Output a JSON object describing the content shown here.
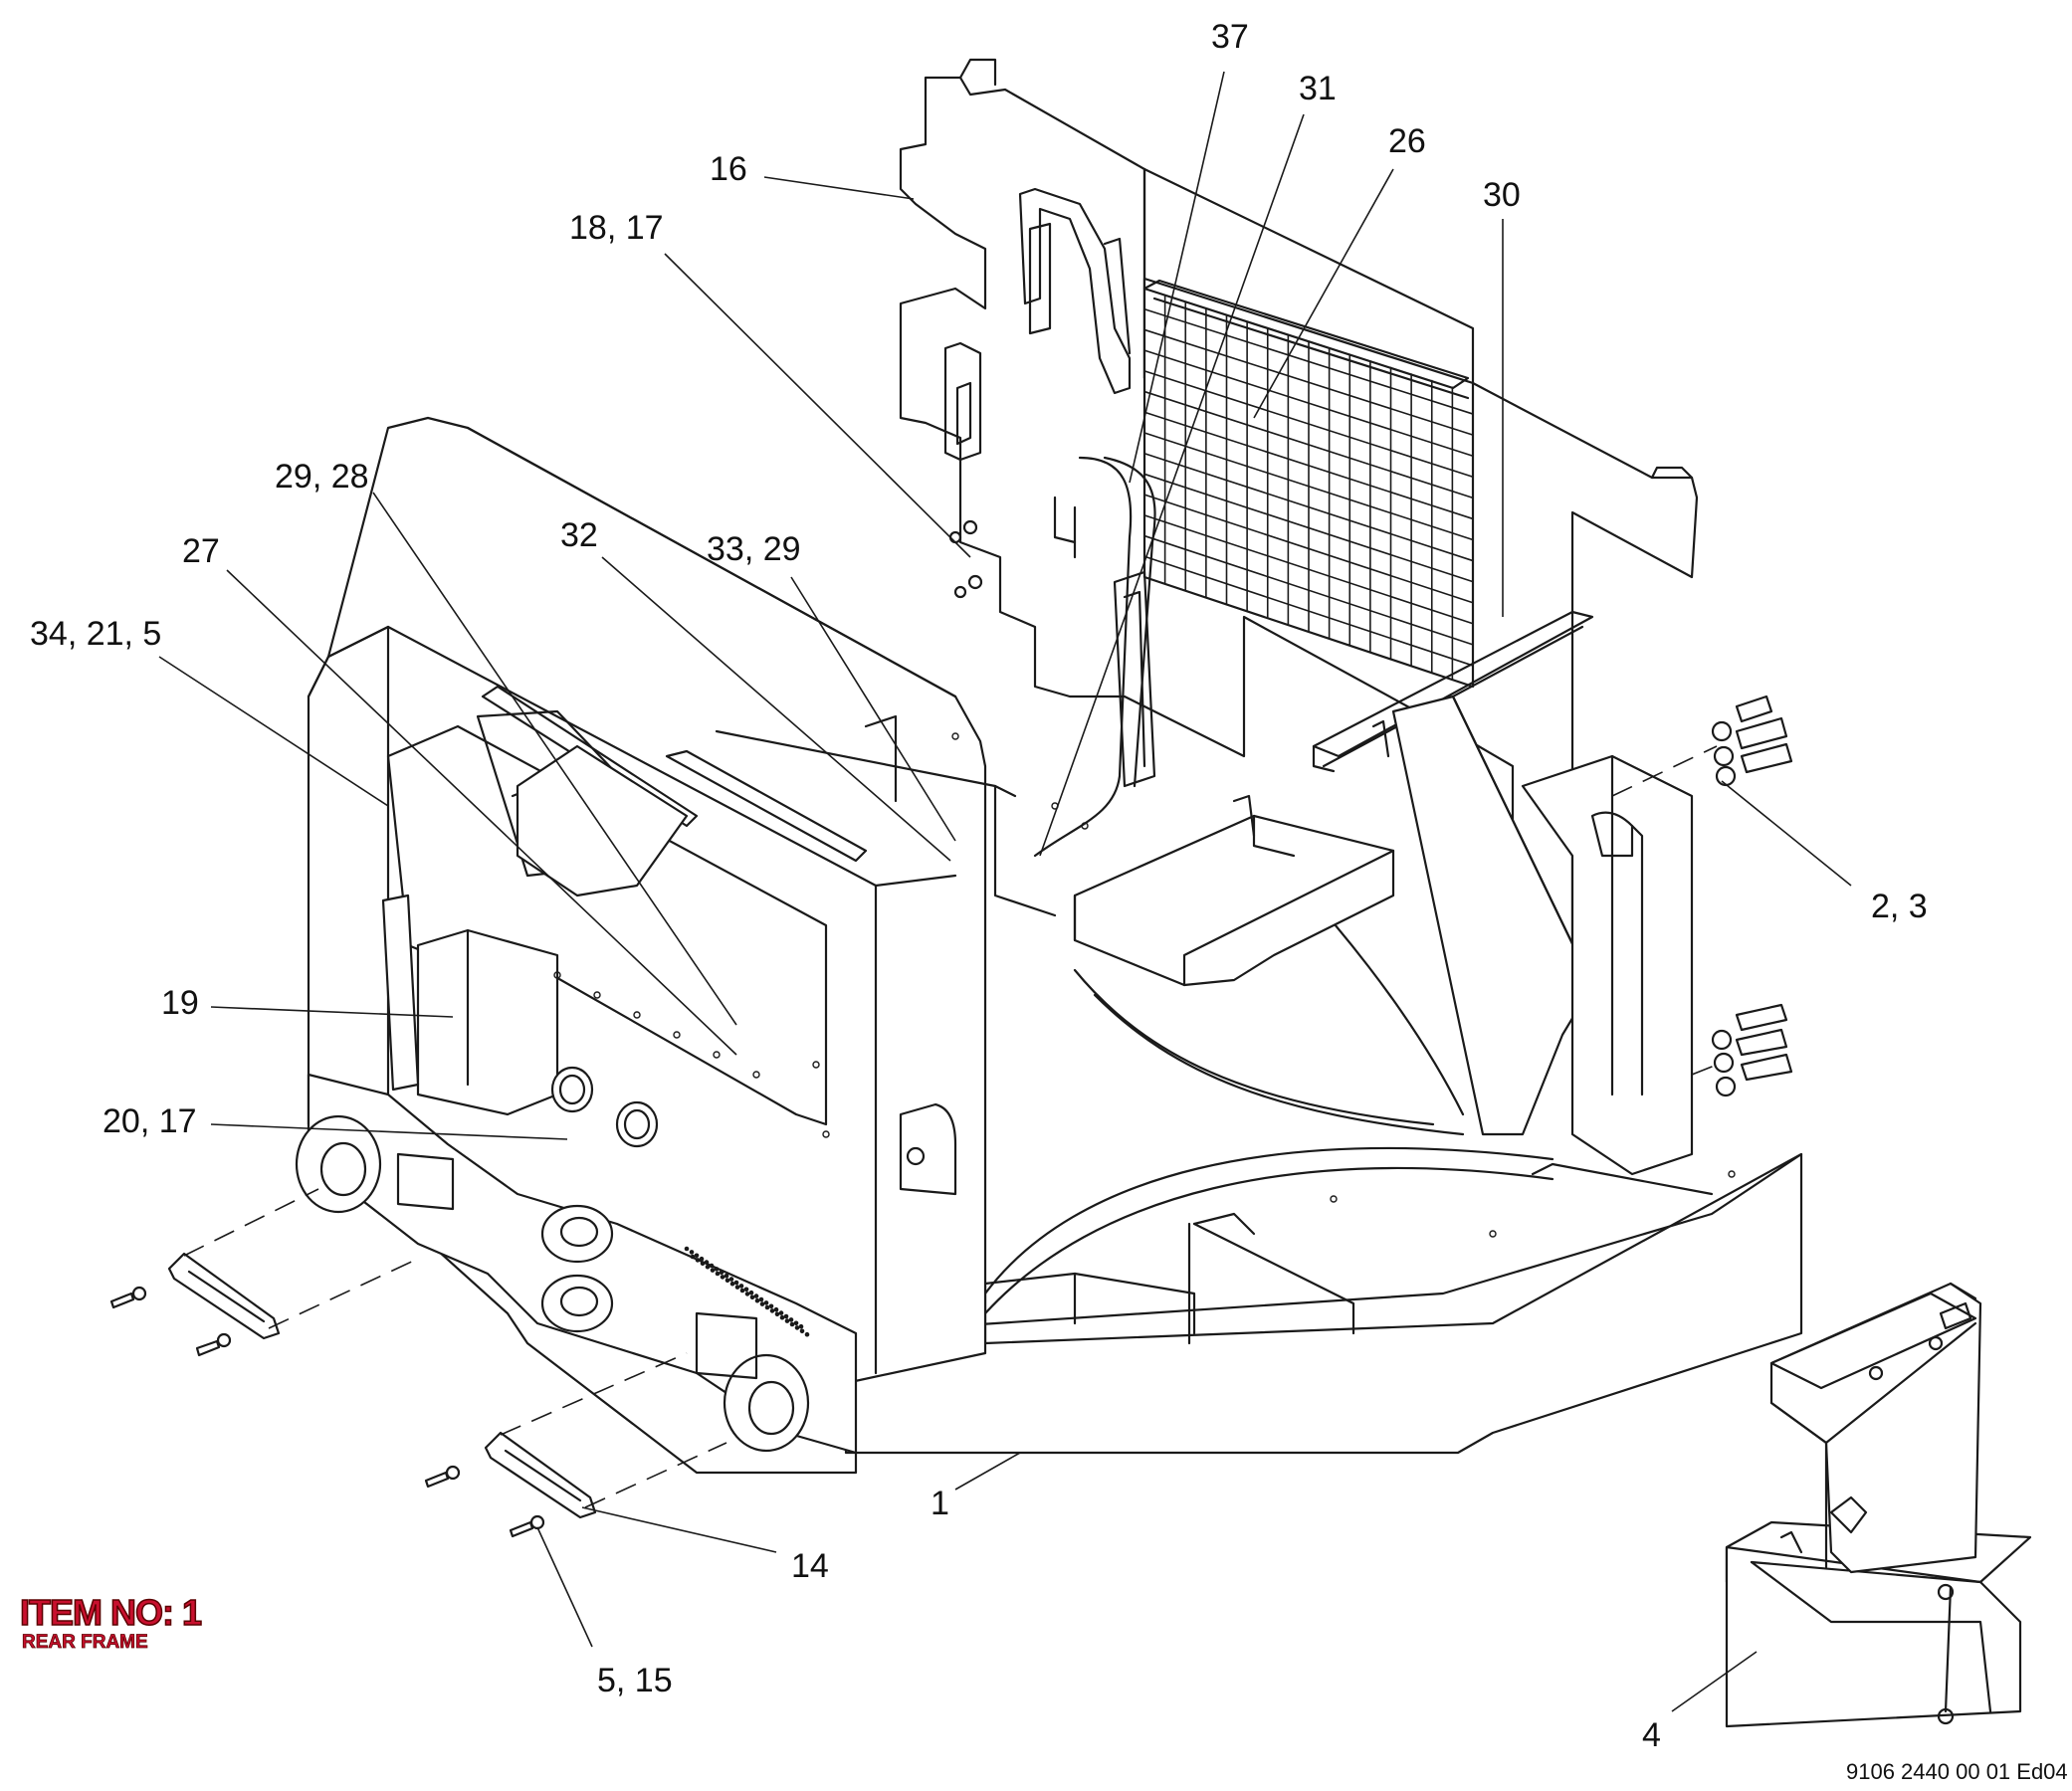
{
  "item": {
    "title": "ITEM NO: 1",
    "subtitle": "REAR FRAME"
  },
  "doc_ref": "9106 2440 00 01 Ed04",
  "callouts": {
    "c37": "37",
    "c31": "31",
    "c26": "26",
    "c30": "30",
    "c16": "16",
    "c18_17": "18, 17",
    "c29_28": "29, 28",
    "c27": "27",
    "c32": "32",
    "c33_29": "33, 29",
    "c34_21_5": "34, 21, 5",
    "c2_3": "2, 3",
    "c19": "19",
    "c20_17": "20, 17",
    "c1": "1",
    "c14": "14",
    "c5_15": "5, 15",
    "c4": "4"
  }
}
